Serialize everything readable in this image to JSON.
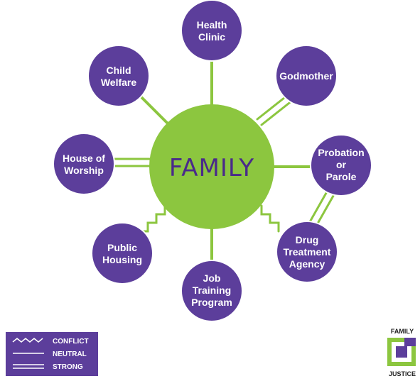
{
  "center": {
    "label": "FAMILY"
  },
  "nodes": [
    {
      "id": "health-clinic",
      "lines": [
        "Health",
        "Clinic"
      ]
    },
    {
      "id": "godmother",
      "lines": [
        "Godmother"
      ]
    },
    {
      "id": "probation-or-parole",
      "lines": [
        "Probation",
        "or",
        "Parole"
      ]
    },
    {
      "id": "drug-treatment-agency",
      "lines": [
        "Drug",
        "Treatment",
        "Agency"
      ]
    },
    {
      "id": "job-training-program",
      "lines": [
        "Job",
        "Training",
        "Program"
      ]
    },
    {
      "id": "public-housing",
      "lines": [
        "Public",
        "Housing"
      ]
    },
    {
      "id": "house-of-worship",
      "lines": [
        "House of",
        "Worship"
      ]
    },
    {
      "id": "child-welfare",
      "lines": [
        "Child",
        "Welfare"
      ]
    }
  ],
  "legend": {
    "conflict": "CONFLICT",
    "neutral": "NEUTRAL",
    "strong": "STRONG"
  },
  "logo": {
    "top": "FAMILY",
    "bottom": "JUSTICE"
  },
  "colors": {
    "node": "#5c3e9b",
    "center": "#8cc63f",
    "line": "#8cc63f",
    "legend_bg": "#5c3e9b",
    "logo_dark": "#5c3e9b",
    "logo_green": "#8cc63f"
  }
}
